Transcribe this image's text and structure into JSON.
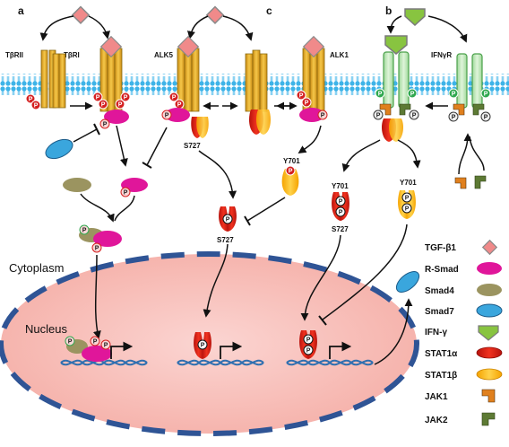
{
  "panels": {
    "a": "a",
    "b": "b",
    "c": "c"
  },
  "receptors": {
    "tbrii": "TβRII",
    "tbri": "TβRI",
    "alk5": "ALK5",
    "alk1": "ALK1",
    "ifngr": "IFNγR"
  },
  "phospho": "P",
  "sites": {
    "y701": "Y701",
    "s727": "S727"
  },
  "compartments": {
    "cytoplasm": "Cytoplasm",
    "nucleus": "Nucleus"
  },
  "legend": [
    {
      "label": "TGF-β1",
      "icon": "tgfb1-diamond-icon",
      "color": "#f08a8a"
    },
    {
      "label": "R-Smad",
      "icon": "rsmad-oval-icon",
      "color": "#e0169a"
    },
    {
      "label": "Smad4",
      "icon": "smad4-oval-icon",
      "color": "#9b9460"
    },
    {
      "label": "Smad7",
      "icon": "smad7-oval-icon",
      "color": "#3aa6dd"
    },
    {
      "label": "IFN-γ",
      "icon": "ifng-chevron-icon",
      "color": "#88c440"
    },
    {
      "label": "STAT1α",
      "icon": "stat1a-shape-icon",
      "color": "#e8261c"
    },
    {
      "label": "STAT1β",
      "icon": "stat1b-shape-icon",
      "color": "#f6b21c"
    },
    {
      "label": "JAK1",
      "icon": "jak1-hook-icon",
      "color": "#e0801e"
    },
    {
      "label": "JAK2",
      "icon": "jak2-hook-icon",
      "color": "#5d7a34"
    }
  ]
}
